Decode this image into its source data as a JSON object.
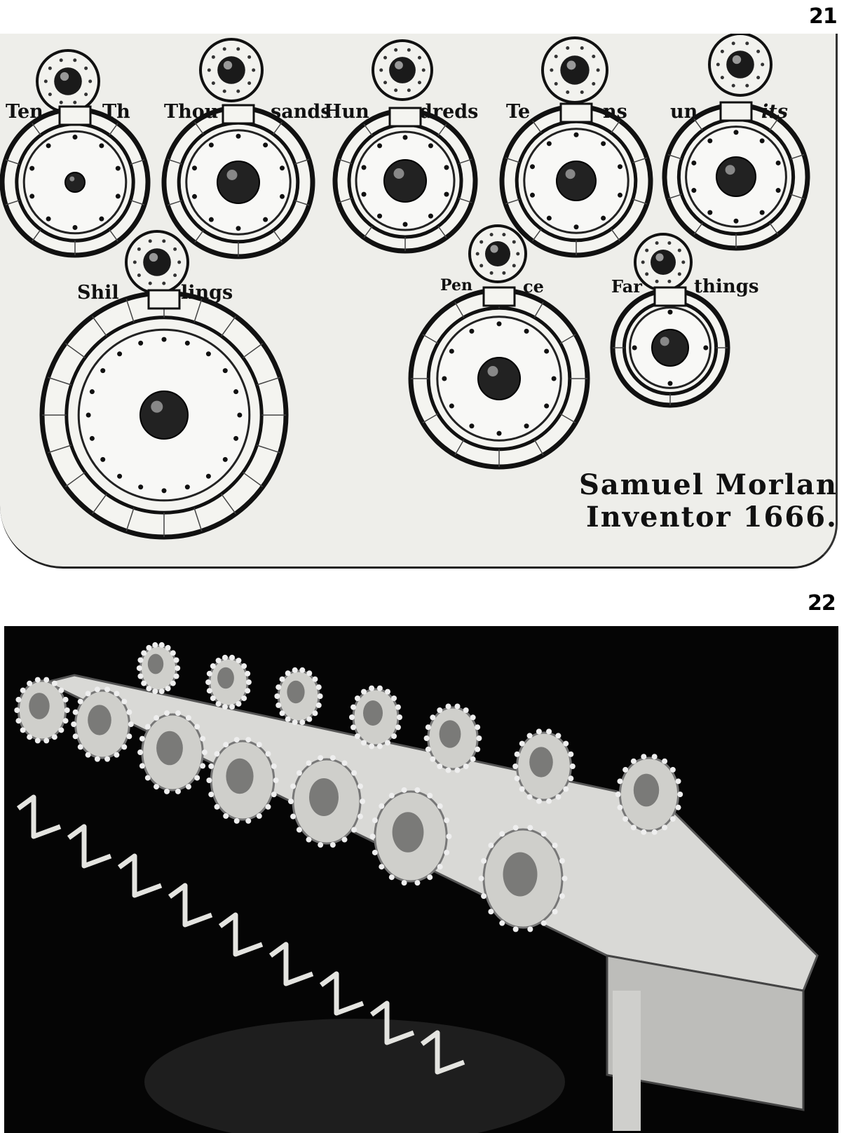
{
  "figure_21": {
    "number": "21",
    "labels": {
      "ten_thousands_left": "Ten",
      "ten_thousands_right": "Th",
      "thousands_left": "Thou",
      "thousands_right": "sands",
      "hundreds_left": "Hun",
      "hundreds_right": "dreds",
      "tens_left": "Te",
      "tens_right": "ns",
      "units_left": "un",
      "units_right": "its",
      "shillings_left": "Shil",
      "shillings_right": "lings",
      "pence_left": "Pen",
      "pence_right": "ce",
      "farthings_left": "Far",
      "farthings_right": "things"
    },
    "signature": {
      "line1": "Samuel Morland",
      "line2": "Inventor 1666."
    }
  },
  "figure_22": {
    "number": "22"
  },
  "colors": {
    "plate": "#eeeeea",
    "ink": "#111111",
    "photo_background": "#050505"
  }
}
